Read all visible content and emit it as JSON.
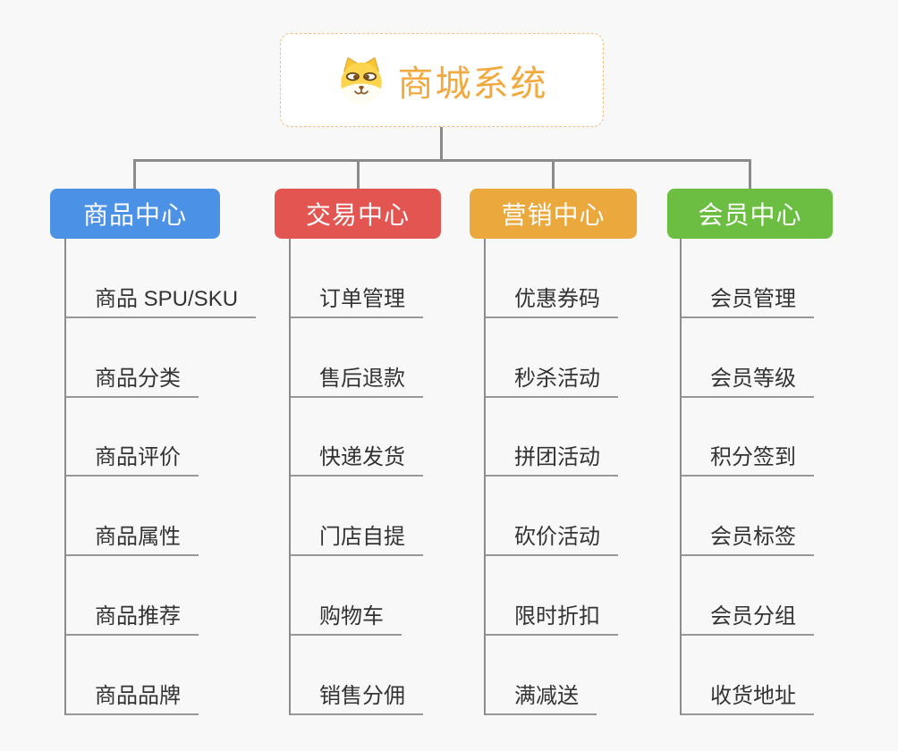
{
  "canvas": {
    "background": "#f8f8f8",
    "connector_color": "#8b8b8b",
    "underline_color": "#979797",
    "item_text_color": "#333333"
  },
  "root": {
    "title": "商城系统",
    "title_color": "#f2a93e",
    "border_color": "#f0c285",
    "icon": "dog-face-icon"
  },
  "branches": [
    {
      "label": "商品中心",
      "color": "#4b91e5",
      "items": [
        "商品 SPU/SKU",
        "商品分类",
        "商品评价",
        "商品属性",
        "商品推荐",
        "商品品牌"
      ]
    },
    {
      "label": "交易中心",
      "color": "#e25551",
      "items": [
        "订单管理",
        "售后退款",
        "快递发货",
        "门店自提",
        "购物车",
        "销售分佣"
      ]
    },
    {
      "label": "营销中心",
      "color": "#eba83c",
      "items": [
        "优惠券码",
        "秒杀活动",
        "拼团活动",
        "砍价活动",
        "限时折扣",
        "满减送"
      ]
    },
    {
      "label": "会员中心",
      "color": "#6cbe43",
      "items": [
        "会员管理",
        "会员等级",
        "积分签到",
        "会员标签",
        "会员分组",
        "收货地址"
      ]
    }
  ]
}
